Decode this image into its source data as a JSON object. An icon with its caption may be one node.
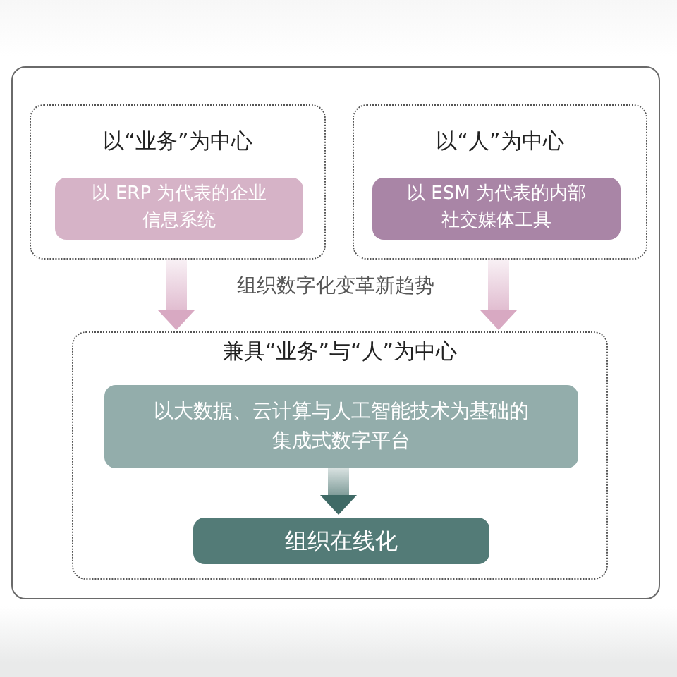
{
  "diagram": {
    "nodes": [
      {
        "text": [],
        "shape": "box"
      },
      {
        "text": [
          "以“业务”为中心"
        ],
        "in": 0
      },
      {
        "text": [
          "以 ERP 为代表的企业信息系统"
        ],
        "in": 1
      },
      {
        "text": [
          "以“人”为中心"
        ],
        "in": 0
      },
      {
        "text": [
          "以 ESM 为代表的内部社交媒体工具"
        ],
        "in": 3
      },
      {
        "text": [
          "兼具“业务”与“人”为中心"
        ],
        "in": 0
      },
      {
        "text": [
          "以大数据、云计算与人工智能技术为基础的集成式数字平台"
        ],
        "in": 5
      },
      {
        "text": [
          "组织在线化"
        ],
        "in": 5
      }
    ],
    "edges": [
      {
        "from": 1,
        "to": 5,
        "arrow": "to",
        "style": "thick"
      },
      {
        "from": 3,
        "to": 5,
        "arrow": "to",
        "style": "thick"
      },
      {
        "from": 6,
        "to": 7,
        "arrow": "to",
        "style": "thick",
        "color": "#3f6a66"
      }
    ],
    "labels": [
      "组织数字化变革新趋势"
    ]
  }
}
